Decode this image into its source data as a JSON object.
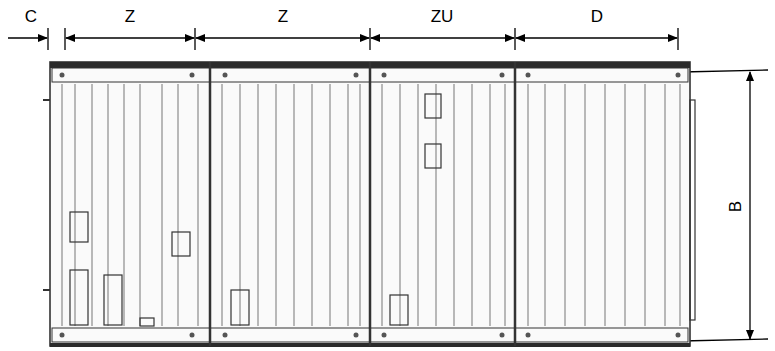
{
  "diagram": {
    "labels": [
      "C",
      "Z",
      "Z",
      "ZU",
      "D",
      "B"
    ]
  }
}
